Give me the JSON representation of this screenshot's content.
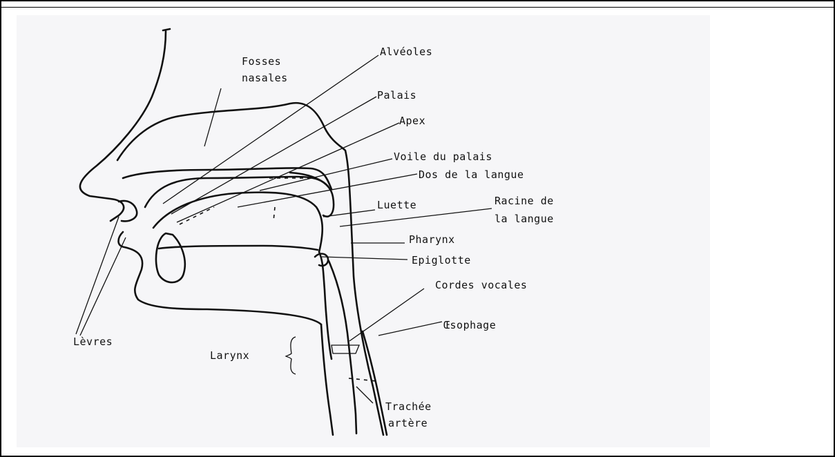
{
  "diagram": {
    "labels": {
      "fosses_1": "Fosses",
      "fosses_2": "nasales",
      "alveoles": "Alvéoles",
      "palais": "Palais",
      "apex": "Apex",
      "voile": "Voile du palais",
      "dos": "Dos de la langue",
      "luette": "Luette",
      "racine_1": "Racine de",
      "racine_2": "la langue",
      "pharynx": "Pharynx",
      "epiglotte": "Epiglotte",
      "cordes": "Cordes vocales",
      "oesophage": "Œsophage",
      "levres": "Lèvres",
      "larynx": "Larynx",
      "trachee_1": "Trachée",
      "trachee_2": "artère"
    },
    "colors": {
      "background": "#ffffff",
      "scan_background": "#f6f6f8",
      "ink": "#111111"
    }
  }
}
